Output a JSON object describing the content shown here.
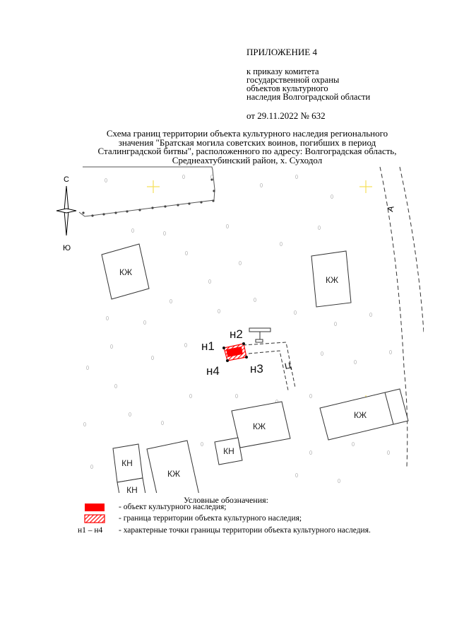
{
  "header": {
    "appendix": "ПРИЛОЖЕНИЕ 4",
    "order_lines": [
      "к приказу комитета",
      "государственной охраны",
      "объектов культурного",
      "наследия Волгоградской области"
    ],
    "date": "от 29.11.2022 № 632"
  },
  "map_title_lines": [
    "Схема границ территории объекта культурного наследия регионального",
    "значения \"Братская могила советских воинов, погибших в период",
    "Сталинградской битвы\", расположенного по адресу: Волгоградская область,",
    "Среднеахтубинский район, х. Суходол"
  ],
  "compass": {
    "north": "С",
    "south": "Ю",
    "icon": "compass-rose-icon"
  },
  "map": {
    "road_label": "А",
    "building_labels": {
      "kzh": "КЖ",
      "kn": "КН"
    },
    "utility_label": "Ц",
    "points": [
      "н1",
      "н2",
      "н3",
      "н4"
    ]
  },
  "legend": {
    "title": "Условные обозначения:",
    "items": [
      {
        "text": "- объект культурного наследия;",
        "symbol": "solid-red-fill",
        "color": "#ff0000"
      },
      {
        "text": "- граница территории объекта культурного наследия;",
        "symbol": "red-hatched-box",
        "color": "#ff0000"
      },
      {
        "text": "- характерные точки границы территории объекта культурного наследия.",
        "code": "н1 – н4"
      }
    ]
  }
}
